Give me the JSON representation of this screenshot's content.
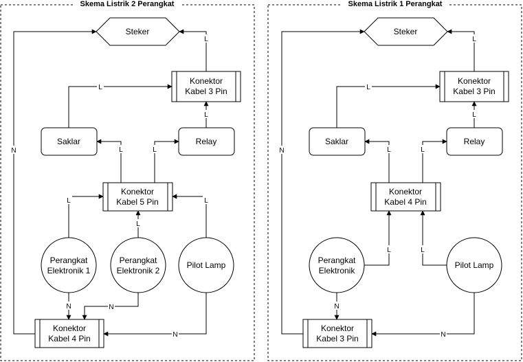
{
  "diagrams": [
    {
      "title": "Skema Listrik 2 Perangkat",
      "nodes": {
        "steker": "Steker",
        "konektor_3pin": [
          "Konektor",
          "Kabel 3 Pin"
        ],
        "saklar": "Saklar",
        "relay": "Relay",
        "konektor_main": [
          "Konektor",
          "Kabel 5 Pin"
        ],
        "device1": [
          "Perangkat",
          "Elektronik 1"
        ],
        "device2": [
          "Perangkat",
          "Elektronik 2"
        ],
        "pilot_lamp": "Pilot Lamp",
        "konektor_bottom": [
          "Konektor",
          "Kabel 4 Pin"
        ]
      },
      "edges": [
        {
          "from": "konektor_3pin",
          "to": "steker",
          "label": "L"
        },
        {
          "from": "saklar",
          "to": "konektor_3pin",
          "label": "L"
        },
        {
          "from": "relay",
          "to": "konektor_3pin",
          "label": "L"
        },
        {
          "from": "konektor_main",
          "to": "saklar",
          "label": "L"
        },
        {
          "from": "konektor_main",
          "to": "relay",
          "label": "L"
        },
        {
          "from": "device1",
          "to": "konektor_main",
          "label": "L"
        },
        {
          "from": "device2",
          "to": "konektor_main",
          "label": "L"
        },
        {
          "from": "pilot_lamp",
          "to": "konektor_main",
          "label": "L"
        },
        {
          "from": "device1",
          "to": "konektor_bottom",
          "label": "N"
        },
        {
          "from": "device2",
          "to": "konektor_bottom",
          "label": "N"
        },
        {
          "from": "pilot_lamp",
          "to": "konektor_bottom",
          "label": "N"
        },
        {
          "from": "konektor_bottom",
          "to": "steker",
          "label": "N"
        }
      ]
    },
    {
      "title": "Skema Listrik 1 Perangkat",
      "nodes": {
        "steker": "Steker",
        "konektor_3pin": [
          "Konektor",
          "Kabel 3 Pin"
        ],
        "saklar": "Saklar",
        "relay": "Relay",
        "konektor_main": [
          "Konektor",
          "Kabel 4 Pin"
        ],
        "device1": [
          "Perangkat",
          "Elektronik"
        ],
        "pilot_lamp": "Pilot Lamp",
        "konektor_bottom": [
          "Konektor",
          "Kabel 3 Pin"
        ]
      },
      "edges": [
        {
          "from": "konektor_3pin",
          "to": "steker",
          "label": "L"
        },
        {
          "from": "saklar",
          "to": "konektor_3pin",
          "label": "L"
        },
        {
          "from": "relay",
          "to": "konektor_3pin",
          "label": "L"
        },
        {
          "from": "konektor_main",
          "to": "saklar",
          "label": "L"
        },
        {
          "from": "konektor_main",
          "to": "relay",
          "label": "L"
        },
        {
          "from": "device1",
          "to": "konektor_main",
          "label": "L"
        },
        {
          "from": "pilot_lamp",
          "to": "konektor_main",
          "label": "L"
        },
        {
          "from": "device1",
          "to": "konektor_bottom",
          "label": "N"
        },
        {
          "from": "pilot_lamp",
          "to": "konektor_bottom",
          "label": "N"
        },
        {
          "from": "konektor_bottom",
          "to": "steker",
          "label": "N"
        }
      ]
    }
  ]
}
